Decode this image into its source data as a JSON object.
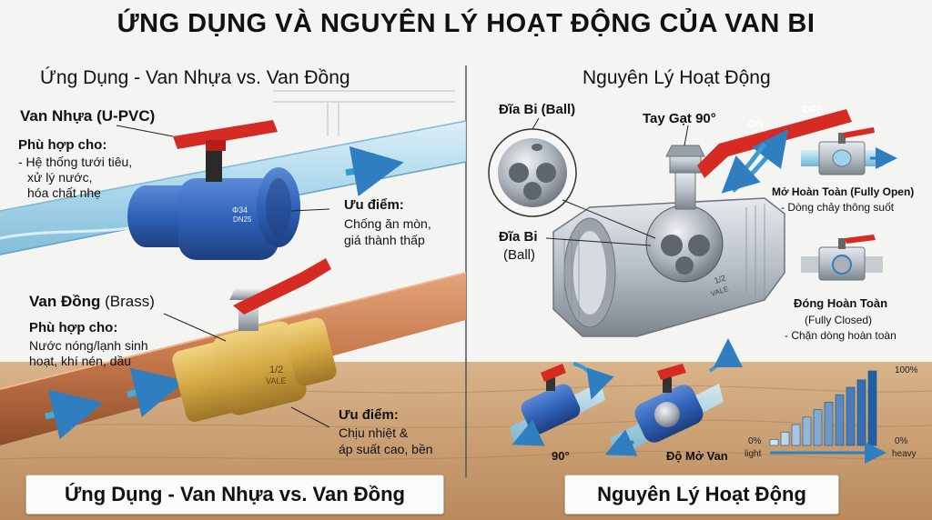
{
  "main_title": "ỨNG DỤNG VÀ NGUYÊN LÝ HOẠT ĐỘNG CỦA VAN BI",
  "left": {
    "section_title": "Ứng Dụng - Van Nhựa vs. Van Đồng",
    "plastic": {
      "name": "Van Nhựa (U-PVC)",
      "suitable_heading": "Phù hợp cho:",
      "suitable_lines": [
        "- Hệ thống tưới tiêu,",
        "xử lý nước,",
        "hóa chất nhẹ"
      ],
      "advantage_heading": "Ưu điểm:",
      "advantage_lines": [
        "Chống ăn mòn,",
        "giá thành thấp"
      ],
      "body_text": [
        "Φ34",
        "DN25"
      ]
    },
    "brass": {
      "name_bold": "Van Đồng",
      "name_light": "(Brass)",
      "suitable_heading": "Phù hợp cho:",
      "suitable_lines": [
        "Nước nóng/lạnh sinh",
        "hoạt, khí nén, dầu"
      ],
      "advantage_heading": "Ưu điểm:",
      "advantage_lines": [
        "Chịu nhiệt &",
        "áp suất cao, bền"
      ],
      "body_text": [
        "1/2",
        "VALE"
      ]
    },
    "footer": "Ứng Dụng - Van Nhựa vs. Van Đồng"
  },
  "right": {
    "section_title": "Nguyên Lý Hoạt Động",
    "ball_label_top": "Đĩa Bi (Ball)",
    "ball_label_mid": [
      "Đĩa Bi",
      "(Ball)"
    ],
    "handle_label": "Tay Gạt 90°",
    "handle_on": "ON",
    "handle_off": "OFF",
    "valve_body_text": [
      "1/2",
      "VALE"
    ],
    "open": {
      "title": "Mở Hoàn Toàn (Fully Open)",
      "desc": "- Dòng chảy thông suốt"
    },
    "closed": {
      "title": "Đóng Hoàn Toàn",
      "subtitle": "(Fully Closed)",
      "desc": "- Chặn dòng hoàn toàn"
    },
    "angle_label": "90°",
    "opening_label": "Độ Mở Van",
    "chart": {
      "top_label": "100%",
      "left_zero": "0%",
      "right_zero": "0%",
      "light": "light",
      "heavy": "heavy",
      "levels": [
        0.08,
        0.18,
        0.28,
        0.38,
        0.48,
        0.58,
        0.68,
        0.78,
        0.88,
        1.0
      ]
    },
    "footer": "Nguyên Lý Hoạt Động"
  },
  "colors": {
    "water": "#9fd3ea",
    "pvc_blue": "#2f62b8",
    "handle_red": "#d62b22",
    "brass": "#d4a843",
    "copper": "#c5774a",
    "steel": "#b8bfc6",
    "wood": "#c79d70",
    "arrow": "#2f7fc0"
  }
}
